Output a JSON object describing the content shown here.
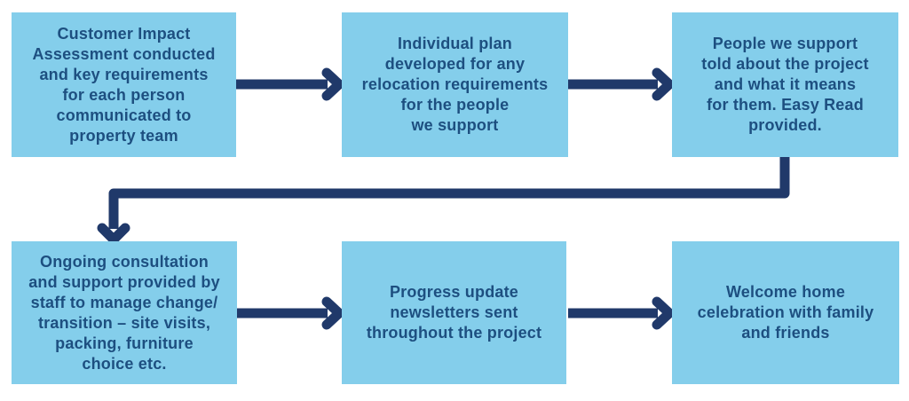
{
  "diagram": {
    "type": "flowchart",
    "colors": {
      "box_fill": "#84CEEB",
      "text": "#1D4F80",
      "arrow": "#20396A",
      "background": "#FFFFFF"
    },
    "nodes": [
      {
        "id": "step-1",
        "label": "Customer Impact\nAssessment conducted\nand key requirements\nfor each person\ncommunicated to\nproperty team"
      },
      {
        "id": "step-2",
        "label": "Individual plan\ndeveloped for any\nrelocation requirements\nfor the people\nwe support"
      },
      {
        "id": "step-3",
        "label": "People we support\ntold about the project\nand what it means\nfor them. Easy Read\nprovided."
      },
      {
        "id": "step-4",
        "label": "Ongoing consultation\nand support provided by\nstaff to manage change/\ntransition – site visits,\npacking, furniture\nchoice etc."
      },
      {
        "id": "step-5",
        "label": "Progress update\nnewsletters sent\nthroughout the project"
      },
      {
        "id": "step-6",
        "label": "Welcome home\ncelebration with family\nand friends"
      }
    ],
    "connections": [
      {
        "from": "step-1",
        "to": "step-2",
        "style": "arrow-right"
      },
      {
        "from": "step-2",
        "to": "step-3",
        "style": "arrow-right"
      },
      {
        "from": "step-3",
        "to": "step-4",
        "style": "elbow-down-left-down"
      },
      {
        "from": "step-4",
        "to": "step-5",
        "style": "arrow-right"
      },
      {
        "from": "step-5",
        "to": "step-6",
        "style": "arrow-right"
      }
    ]
  }
}
